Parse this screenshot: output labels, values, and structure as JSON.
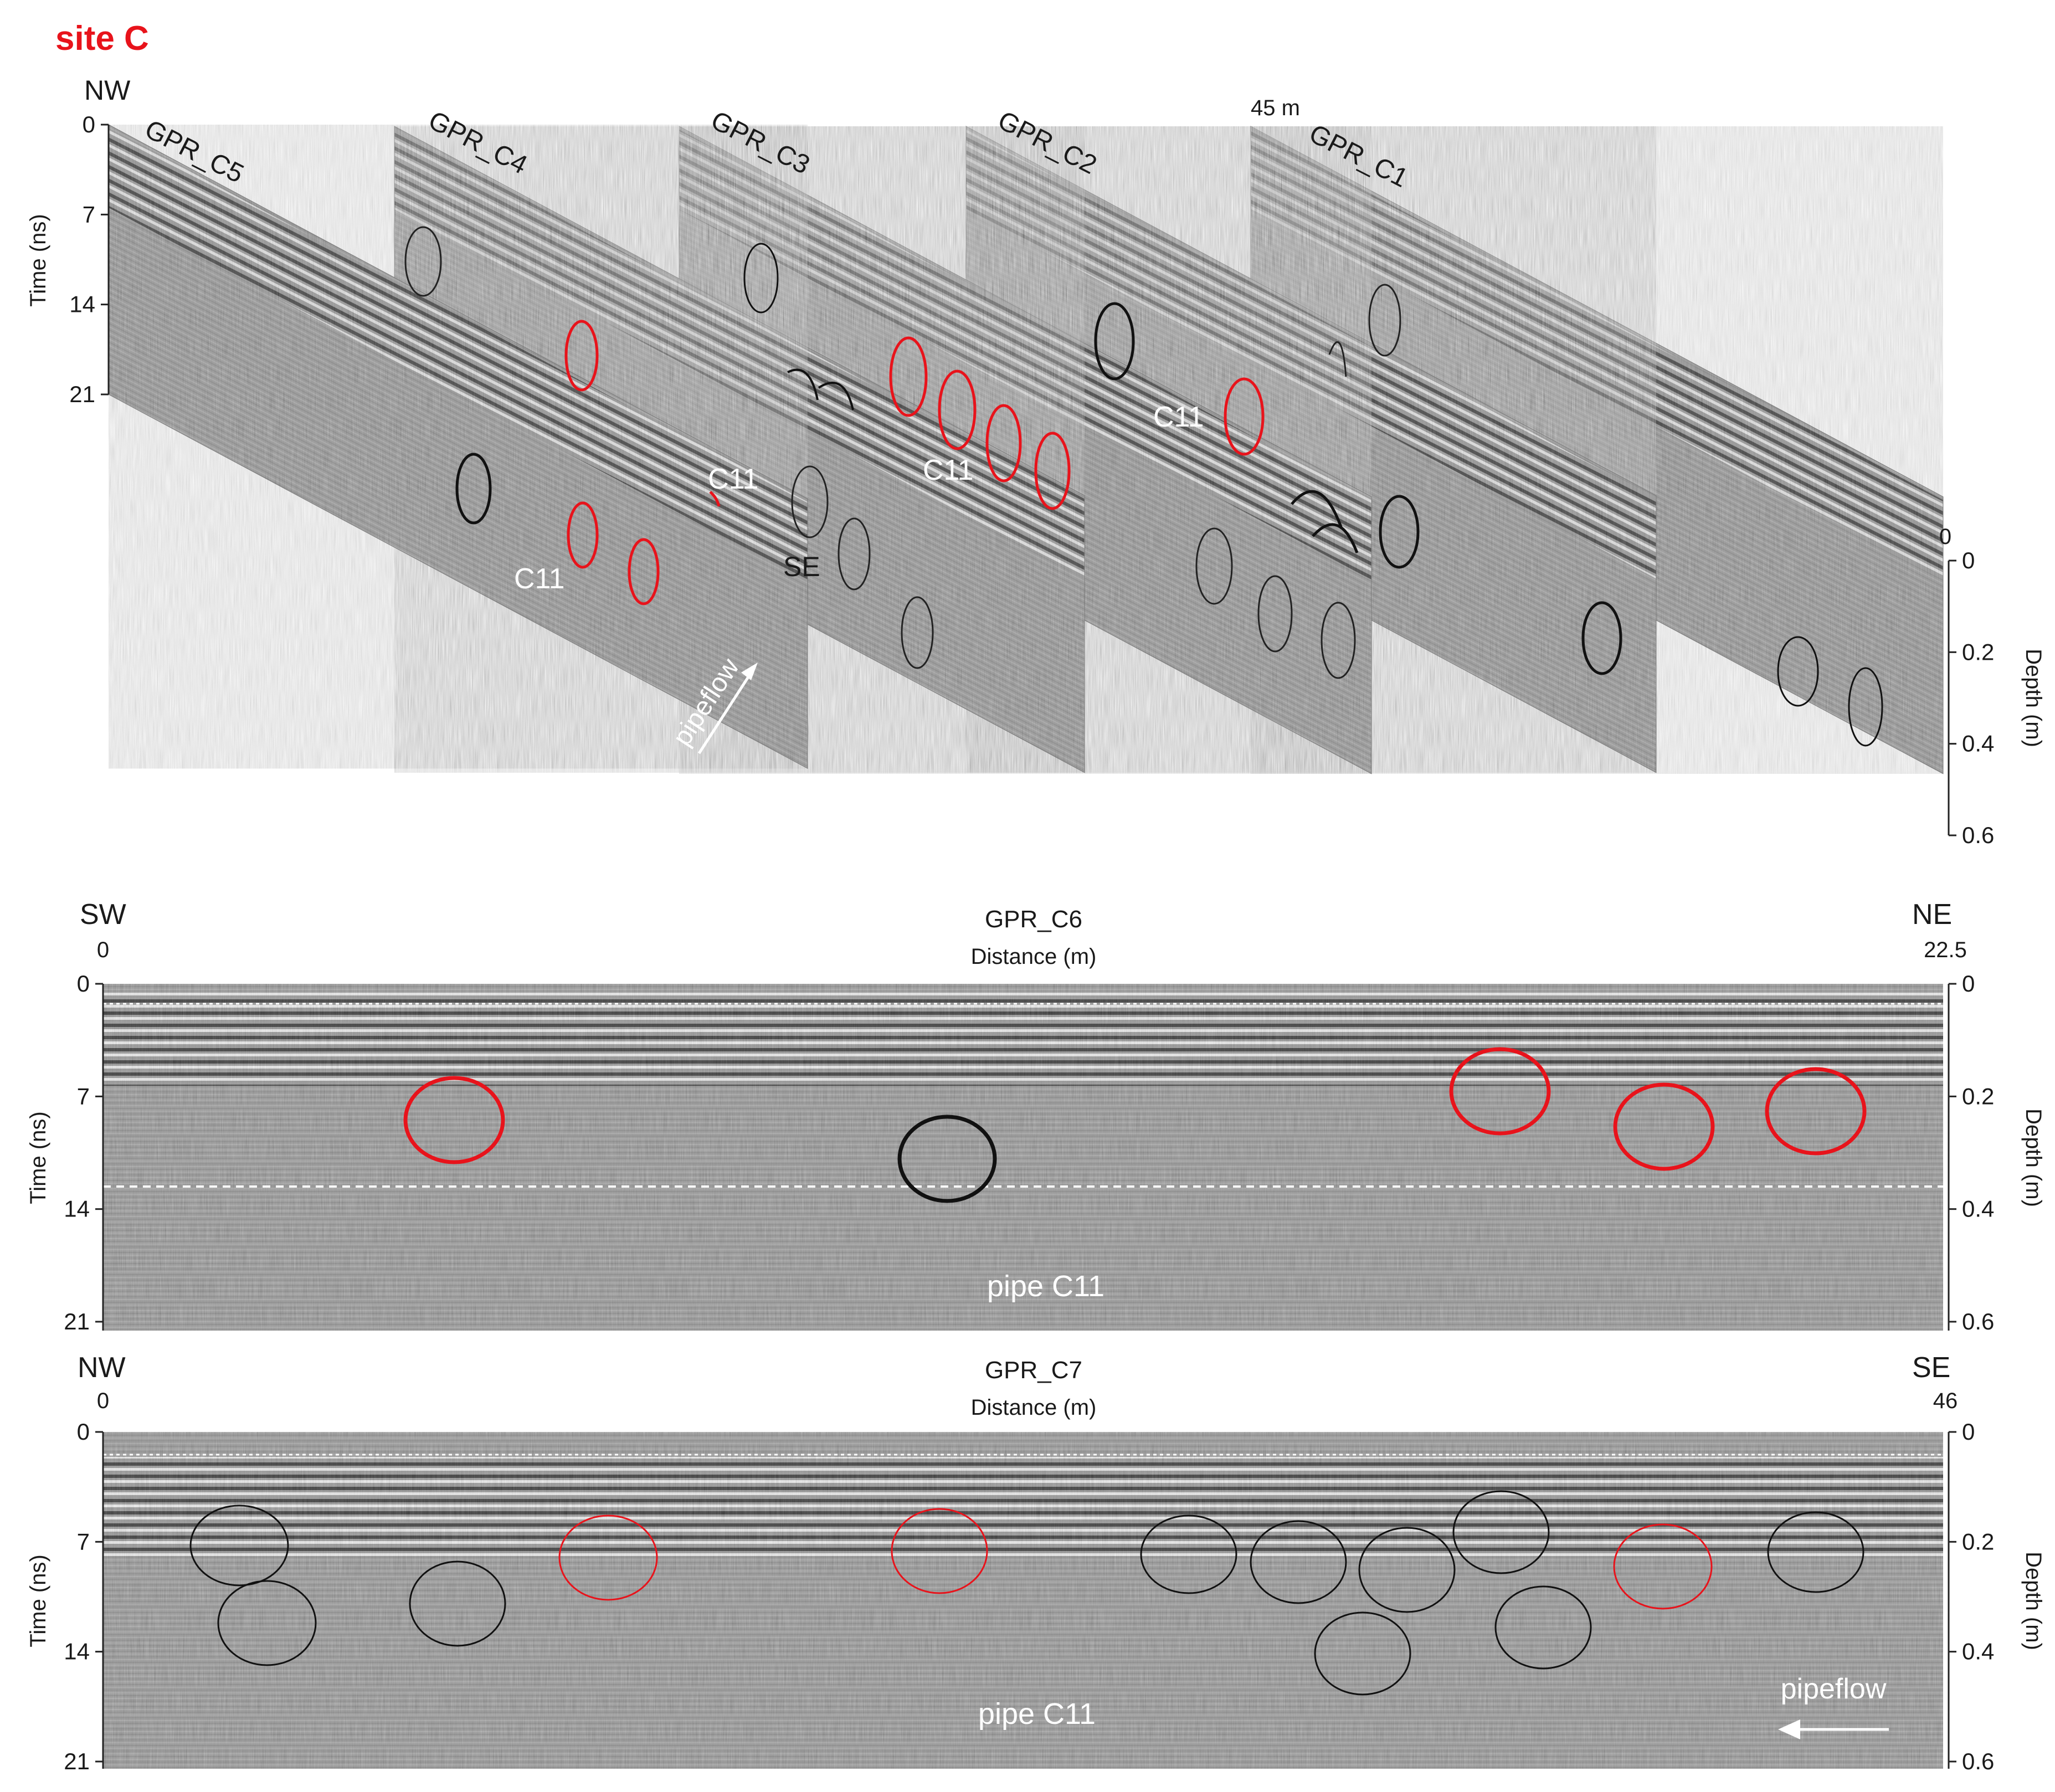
{
  "figure": {
    "title": "site C",
    "title_color": "#e8131b",
    "marker_red": "#e8131b",
    "marker_black": "#111111"
  },
  "panel_3d": {
    "direction_start": "NW",
    "direction_end": "SE",
    "end_distance": "45 m",
    "time_axis_label": "Time (ns)",
    "time_ticks": [
      "0",
      "7",
      "14",
      "21"
    ],
    "depth_axis_label": "Depth (m)",
    "depth_top_distance": "0",
    "depth_ticks": [
      "0",
      "0.2",
      "0.4",
      "0.6"
    ],
    "profiles": [
      "GPR_C5",
      "GPR_C4",
      "GPR_C3",
      "GPR_C2",
      "GPR_C1"
    ],
    "pipe_labels": [
      "C11",
      "C11",
      "C11",
      "C11"
    ],
    "flow_label": "pipeflow"
  },
  "panel_c6": {
    "title": "GPR_C6",
    "dir_left": "SW",
    "dir_right": "NE",
    "distance_label": "Distance (m)",
    "dist_start": "0",
    "dist_end": "22.5",
    "time_axis_label": "Time (ns)",
    "time_ticks": [
      "0",
      "7",
      "14",
      "21"
    ],
    "depth_axis_label": "Depth (m)",
    "depth_ticks": [
      "0",
      "0.2",
      "0.4",
      "0.6"
    ],
    "pipe_label": "pipe C11"
  },
  "panel_c7": {
    "title": "GPR_C7",
    "dir_left": "NW",
    "dir_right": "SE",
    "distance_label": "Distance (m)",
    "dist_start": "0",
    "dist_end": "46",
    "time_axis_label": "Time (ns)",
    "time_ticks": [
      "0",
      "7",
      "14",
      "21"
    ],
    "depth_axis_label": "Depth (m)",
    "depth_ticks": [
      "0",
      "0.2",
      "0.4",
      "0.6"
    ],
    "pipe_label": "pipe C11",
    "flow_label": "pipeflow"
  }
}
